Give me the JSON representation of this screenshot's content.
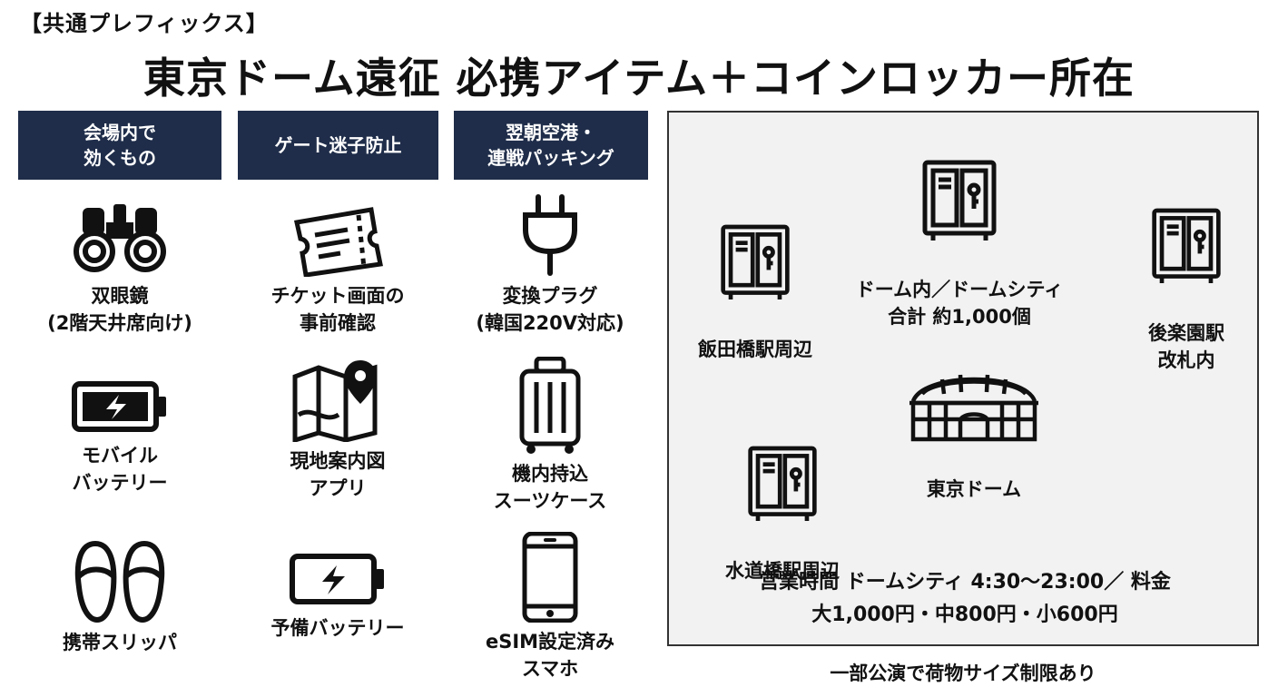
{
  "prefix": "【共通プレフィックス】",
  "title": "東京ドーム遠征 必携アイテム＋コインロッカー所在",
  "columns": [
    {
      "header": "会場内で\n効くもの",
      "items": [
        {
          "icon": "binoculars-icon",
          "label": "双眼鏡\n(2階天井席向け)"
        },
        {
          "icon": "battery-icon",
          "label": "モバイル\nバッテリー"
        },
        {
          "icon": "slippers-icon",
          "label": "携帯スリッパ"
        }
      ]
    },
    {
      "header": "ゲート迷子防止",
      "items": [
        {
          "icon": "ticket-icon",
          "label": "チケット画面の\n事前確認"
        },
        {
          "icon": "map-pin-icon",
          "label": "現地案内図\nアプリ"
        },
        {
          "icon": "battery-icon",
          "label": "予備バッテリー"
        }
      ]
    },
    {
      "header": "翌朝空港・\n連戦パッキング",
      "items": [
        {
          "icon": "plug-icon",
          "label": "変換プラグ\n(韓国220V対応)"
        },
        {
          "icon": "suitcase-icon",
          "label": "機内持込\nスーツケース"
        },
        {
          "icon": "smartphone-icon",
          "label": "eSIM設定済み\nスマホ"
        }
      ]
    }
  ],
  "map": {
    "dome_in": "ドーム内／ドームシティ\n合計 約1,000個",
    "iidabashi": "飯田橋駅周辺",
    "korakuen": "後楽園駅\n改札内",
    "tokyo_dome": "東京ドーム",
    "suidobashi": "水道橋駅周辺",
    "hours_line1": "営業時間 ドームシティ 4:30〜23:00／ 料金",
    "hours_line2": "大1,000円・中800円・小600円",
    "icons": {
      "locker": "locker-icon",
      "stadium": "stadium-icon"
    }
  },
  "note": "一部公演で荷物サイズ制限あり",
  "colors": {
    "header_bg": "#1f2d4a",
    "header_text": "#ffffff",
    "map_bg": "#f2f2f2"
  }
}
